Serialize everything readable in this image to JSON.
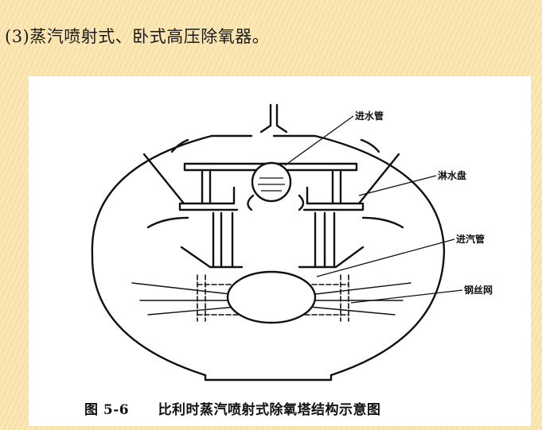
{
  "slide": {
    "heading": "(3)蒸汽喷射式、卧式高压除氧器。"
  },
  "figure": {
    "labels": {
      "water_inlet_pipe": "进水管",
      "spray_tray": "淋水盘",
      "steam_inlet_pipe": "进汽管",
      "wire_mesh": "钢丝网"
    },
    "caption_number": "图 5-6",
    "caption_title": "比利时蒸汽喷射式除氧塔结构示意图"
  }
}
